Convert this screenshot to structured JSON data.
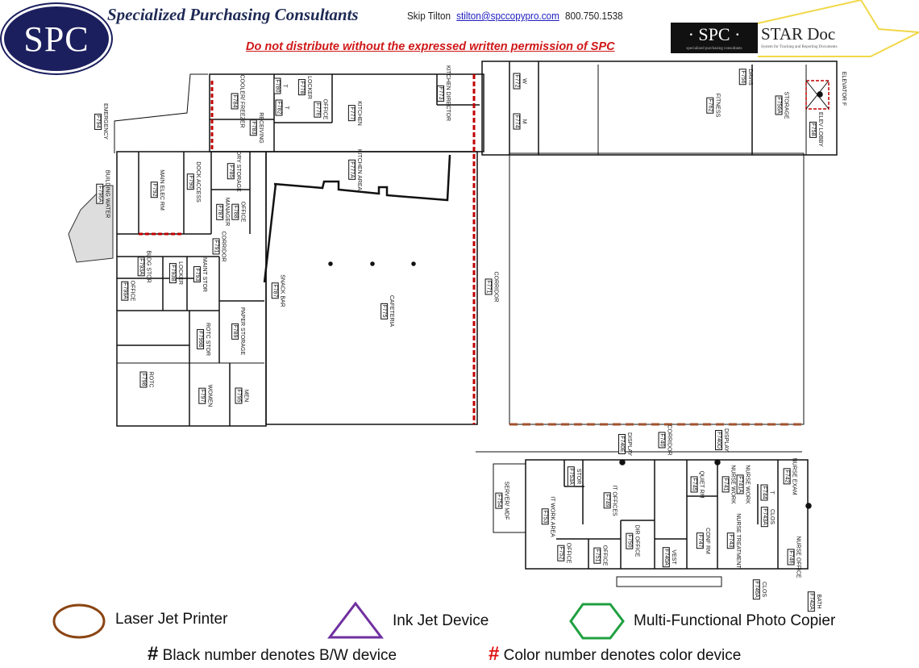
{
  "header": {
    "logo_text": "SPC",
    "company": "Specialized Purchasing Consultants",
    "contact_name": "Skip Tilton",
    "contact_email": "stilton@spccopypro.com",
    "contact_phone": "800.750.1538",
    "warning": "Do not distribute without the expressed written permission of SPC",
    "stardoc_logo": "SPC",
    "stardoc_logo_sub": "specialized purchasing consultants",
    "stardoc_title": "STAR Doc",
    "stardoc_tagline": "System for Tracking and Reporting Documents"
  },
  "rooms": [
    {
      "name": "EMERGENCY",
      "id": "F794"
    },
    {
      "name": "BUILDING WATER",
      "id": "F796A"
    },
    {
      "name": "COOLER/ FREEZER",
      "id": "F784"
    },
    {
      "name": "T",
      "id": "F780"
    },
    {
      "name": "T",
      "id": "F782"
    },
    {
      "name": "LOCKER",
      "id": "F778"
    },
    {
      "name": "OFFICE",
      "id": "F776"
    },
    {
      "name": "KITCHEN",
      "id": "F777"
    },
    {
      "name": "KITCHEN DIRECTOR",
      "id": "F773"
    },
    {
      "name": "RECEIVING",
      "id": "F783"
    },
    {
      "name": "KITCHEN AREA",
      "id": "F777A"
    },
    {
      "name": "MAIN ELEC RM",
      "id": "F792"
    },
    {
      "name": "DOCK ACCESS",
      "id": "F790"
    },
    {
      "name": "DRY STORAGE",
      "id": "F785"
    },
    {
      "name": "MANAGER",
      "id": "F787"
    },
    {
      "name": "OFFICE",
      "id": "F788"
    },
    {
      "name": "CORRIDOR",
      "id": "F791"
    },
    {
      "name": "BLDG STOR",
      "id": "F793A"
    },
    {
      "name": "LOCKER",
      "id": "F793B"
    },
    {
      "name": "MAINT STOR",
      "id": "F793"
    },
    {
      "name": "OFFICE",
      "id": "F799A"
    },
    {
      "name": "SNACK BAR",
      "id": "F787"
    },
    {
      "name": "PAPER STORAGE",
      "id": "F789"
    },
    {
      "name": "ROTC STOR",
      "id": "F799B"
    },
    {
      "name": "ROTC",
      "id": "F798"
    },
    {
      "name": "WOMEN",
      "id": "F797"
    },
    {
      "name": "MEN",
      "id": "F795"
    },
    {
      "name": "CAFETERIA",
      "id": "F775"
    },
    {
      "name": "CORRIDOR",
      "id": "F771"
    },
    {
      "name": "W",
      "id": "F772"
    },
    {
      "name": "M",
      "id": "F774"
    },
    {
      "name": "FITNESS",
      "id": "F762"
    },
    {
      "name": "DAVIS",
      "id": "F756"
    },
    {
      "name": "STORAGE",
      "id": "F756A"
    },
    {
      "name": "ELEV LOBBY",
      "id": "F758"
    },
    {
      "name": "ELEVATOR F",
      "id": ""
    },
    {
      "name": "SERVER/ MDF",
      "id": "F754"
    },
    {
      "name": "IT WORK AREA",
      "id": "F753"
    },
    {
      "name": "STOR",
      "id": "F753A"
    },
    {
      "name": "IT OFFICES",
      "id": "F749"
    },
    {
      "name": "OFFICE",
      "id": "F752"
    },
    {
      "name": "OFFICE",
      "id": "F751"
    },
    {
      "name": "DIR OFFICE",
      "id": "F750"
    },
    {
      "name": "VEST",
      "id": "F740A"
    },
    {
      "name": "CONF RM",
      "id": "F747"
    },
    {
      "name": "QUIET RM",
      "id": "F745"
    },
    {
      "name": "NURSE WORK",
      "id": "F741"
    },
    {
      "name": "NURSE WORK",
      "id": "F741A"
    },
    {
      "name": "NURSE TREATMENT",
      "id": "F743"
    },
    {
      "name": "T",
      "id": "F744"
    },
    {
      "name": "CLOS",
      "id": "F743A"
    },
    {
      "name": "NURSE EXAM",
      "id": "F742"
    },
    {
      "name": "NURSE OFFICE",
      "id": "F746"
    },
    {
      "name": "DISPLAY",
      "id": "F740E"
    },
    {
      "name": "CORRIDOR",
      "id": "F740"
    },
    {
      "name": "DISPLAY",
      "id": "F740D"
    },
    {
      "name": "CLOS",
      "id": "F746A"
    },
    {
      "name": "BATH",
      "id": "F742A"
    }
  ],
  "legend": {
    "laser": "Laser Jet Printer",
    "inkjet": "Ink Jet Device",
    "mfp": "Multi-Functional Photo Copier",
    "bw_symbol": "#",
    "bw_text": "Black number denotes B/W device",
    "color_symbol": "#",
    "color_text": "Color number denotes color device",
    "colors": {
      "laser": "#8b4513",
      "inkjet": "#7030a0",
      "mfp": "#20a040",
      "color_number": "#e01010"
    }
  }
}
